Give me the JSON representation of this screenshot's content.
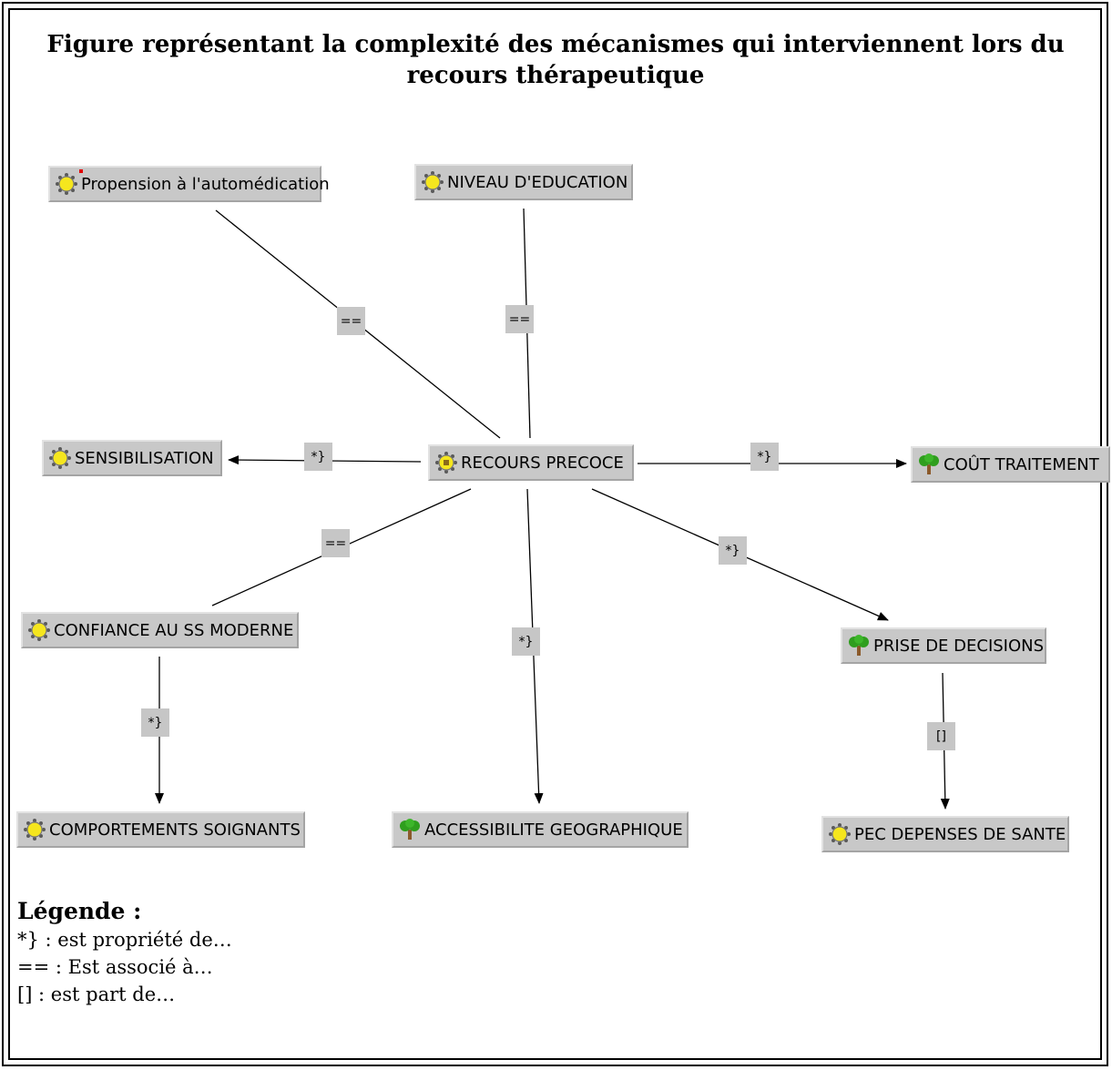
{
  "title": "Figure représentant la complexité des mécanismes qui interviennent lors du recours thérapeutique",
  "nodes": [
    {
      "id": "propension",
      "label": "Propension à l'automédication",
      "icon": "sun-gear-icon"
    },
    {
      "id": "niveau",
      "label": "NIVEAU D'EDUCATION",
      "icon": "sun-gear-icon"
    },
    {
      "id": "sensibilisation",
      "label": "SENSIBILISATION",
      "icon": "sun-gear-icon"
    },
    {
      "id": "recours",
      "label": "RECOURS PRECOCE",
      "icon": "sun-gear-icon"
    },
    {
      "id": "cout",
      "label": "COÛT TRAITEMENT",
      "icon": "tree-icon"
    },
    {
      "id": "confiance",
      "label": "CONFIANCE AU SS MODERNE",
      "icon": "sun-gear-icon"
    },
    {
      "id": "prise",
      "label": "PRISE DE DECISIONS",
      "icon": "tree-icon"
    },
    {
      "id": "comportements",
      "label": "COMPORTEMENTS SOIGNANTS",
      "icon": "sun-gear-icon"
    },
    {
      "id": "accessibilite",
      "label": "ACCESSIBILITE GEOGRAPHIQUE",
      "icon": "tree-icon"
    },
    {
      "id": "pec",
      "label": "PEC DEPENSES DE SANTE",
      "icon": "sun-gear-icon"
    }
  ],
  "edges": [
    {
      "from": "propension",
      "to": "recours",
      "label": "==",
      "arrow": false
    },
    {
      "from": "niveau",
      "to": "recours",
      "label": "==",
      "arrow": false
    },
    {
      "from": "recours",
      "to": "sensibilisation",
      "label": "*}",
      "arrow": true
    },
    {
      "from": "recours",
      "to": "cout",
      "label": "*}",
      "arrow": true
    },
    {
      "from": "recours",
      "to": "confiance",
      "label": "==",
      "arrow": false
    },
    {
      "from": "recours",
      "to": "prise",
      "label": "*}",
      "arrow": true
    },
    {
      "from": "recours",
      "to": "accessibilite",
      "label": "*}",
      "arrow": true
    },
    {
      "from": "confiance",
      "to": "comportements",
      "label": "*}",
      "arrow": true
    },
    {
      "from": "prise",
      "to": "pec",
      "label": "[]",
      "arrow": true
    }
  ],
  "legend": {
    "title": "Légende :",
    "items": [
      "*} : est propriété de…",
      "== : Est associé à…",
      "[] : est part de…"
    ]
  },
  "colors": {
    "node_fill": "#c8c8c8",
    "sun": "#f5e61e",
    "tree_green": "#2f9e1e",
    "trunk": "#8b5a2b"
  }
}
